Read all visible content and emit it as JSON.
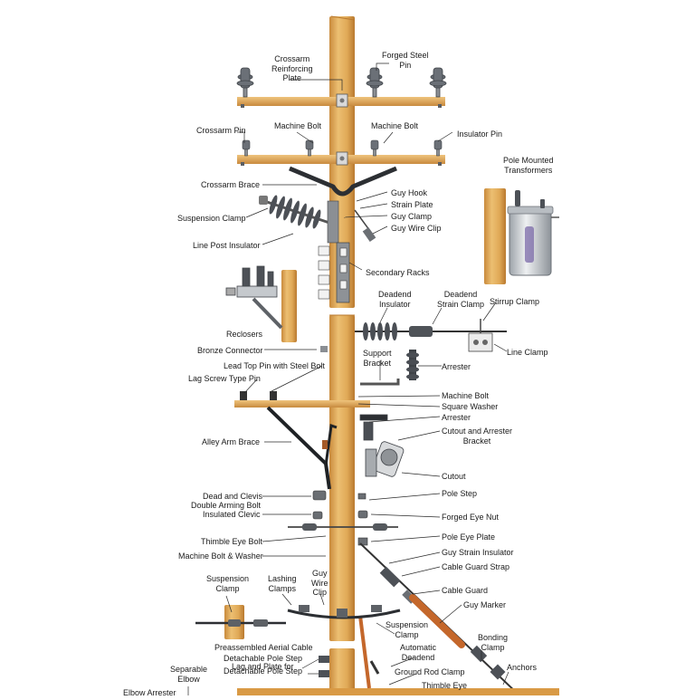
{
  "labels": {
    "crossarm_reinforcing_plate": "Crossarm\nReinforcing\nPlate",
    "forged_steel_pin": "Forged Steel\nPin",
    "crossarm_pin": "Crossarm Pin",
    "machine_bolt_left": "Machine Bolt",
    "machine_bolt_right": "Machine Bolt",
    "insulator_pin": "Insulator Pin",
    "pole_mounted_transformers": "Pole Mounted\nTransformers",
    "crossarm_brace": "Crossarm Brace",
    "guy_hook": "Guy Hook",
    "strain_plate": "Strain Plate",
    "suspension_clamp_top": "Suspension Clamp",
    "guy_clamp": "Guy Clamp",
    "guy_wire_clip_top": "Guy Wire Clip",
    "line_post_insulator": "Line Post Insulator",
    "secondary_racks": "Secondary Racks",
    "deadend_insulator": "Deadend\nInsulator",
    "deadend_strain_clamp": "Deadend\nStrain Clamp",
    "stirrup_clamp": "Stirrup Clamp",
    "reclosers": "Reclosers",
    "line_clamp": "Line Clamp",
    "bronze_connector": "Bronze Connector",
    "support_bracket": "Support\nBracket",
    "arrester_top": "Arrester",
    "lead_top_pin": "Lead Top Pin with Steel Bolt",
    "lag_screw_type_pin": "Lag Screw Type Pin",
    "machine_bolt_mid": "Machine Bolt",
    "square_washer": "Square Washer",
    "arrester_mid": "Arrester",
    "cutout_and_arrester_bracket": "Cutout and Arrester\nBracket",
    "alley_arm_brace": "Alley Arm Brace",
    "cutout": "Cutout",
    "dead_and_clevis": "Dead and Clevis",
    "pole_step": "Pole Step",
    "double_arming_bolt": "Double Arming Bolt",
    "insulated_clevic": "Insulated Clevic",
    "forged_eye_nut": "Forged Eye Nut",
    "thimble_eye_bolt": "Thimble Eye Bolt",
    "pole_eye_plate": "Pole Eye Plate",
    "machine_bolt_washer": "Machine Bolt & Washer",
    "guy_strain_insulator": "Guy Strain Insulator",
    "suspension_clamp_left": "Suspension\nClamp",
    "lashing_clamps": "Lashing\nClamps",
    "guy_wire_clip_bottom": "Guy\nWire\nClip",
    "cable_guard_strap": "Cable Guard Strap",
    "cable_guard": "Cable Guard",
    "guy_marker": "Guy Marker",
    "suspension_clamp_bottom": "Suspension\nClamp",
    "preassembled_aerial_cable": "Preassembled Aerial Cable",
    "automatic_deadend": "Automatic\nDeadend",
    "bonding_clamp": "Bonding\nClamp",
    "detachable_pole_step": "Detachable Pole Step",
    "lag_and_plate": "Lag and Plate for",
    "detachable_pole_step_2": "Detachable Pole Step",
    "separable_elbow": "Separable\nElbow",
    "ground_rod_clamp": "Ground Rod Clamp",
    "anchors": "Anchors",
    "thimble_eye": "Thimble Eye",
    "elbow_arrester": "Elbow Arrester"
  },
  "colors": {
    "wood_light": "#e9b868",
    "wood_mid": "#d99a45",
    "wood_dark": "#b3772e",
    "metal": "#6f7378",
    "porcelain": "#5b5f66",
    "guy_orange": "#c4672b"
  }
}
